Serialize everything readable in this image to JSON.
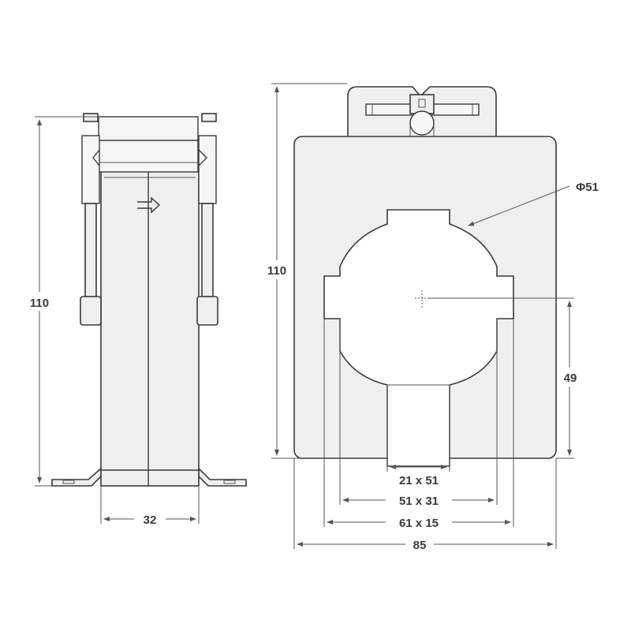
{
  "side_view": {
    "height_label": "110",
    "width_label": "32"
  },
  "front_view": {
    "height_label": "110",
    "diameter_label": "Φ51",
    "center_height_label": "49",
    "busbar_sizes": [
      "21 x 51",
      "51 x 31",
      "61 x 15"
    ],
    "width_label": "85"
  },
  "colors": {
    "line": "#3a3a3a",
    "fill": "#efefef",
    "background": "#ffffff"
  }
}
